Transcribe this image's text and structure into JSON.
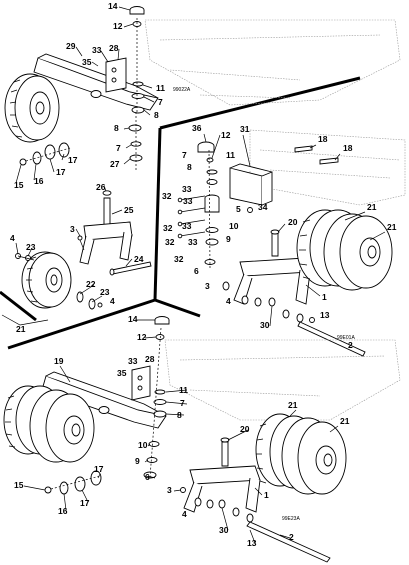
{
  "callouts": {
    "c1": "1",
    "c2": "2",
    "c3": "3",
    "c4": "4",
    "c5": "5",
    "c6": "6",
    "c7": "7",
    "c8": "8",
    "c9": "9",
    "c10": "10",
    "c11": "11",
    "c12": "12",
    "c13": "13",
    "c14": "14",
    "c15": "15",
    "c16": "16",
    "c17": "17",
    "c18": "18",
    "c19": "19",
    "c20": "20",
    "c21": "21",
    "c22": "22",
    "c23": "23",
    "c24": "24",
    "c25": "25",
    "c26": "26",
    "c27": "27",
    "c28": "28",
    "c29": "29",
    "c30": "30",
    "c31": "31",
    "c32": "32",
    "c33": "33",
    "c34": "34",
    "c35": "35",
    "c36": "36"
  },
  "figure_codes": {
    "top_left": "99022A",
    "right": "99E01A",
    "bottom": "99E23A"
  }
}
